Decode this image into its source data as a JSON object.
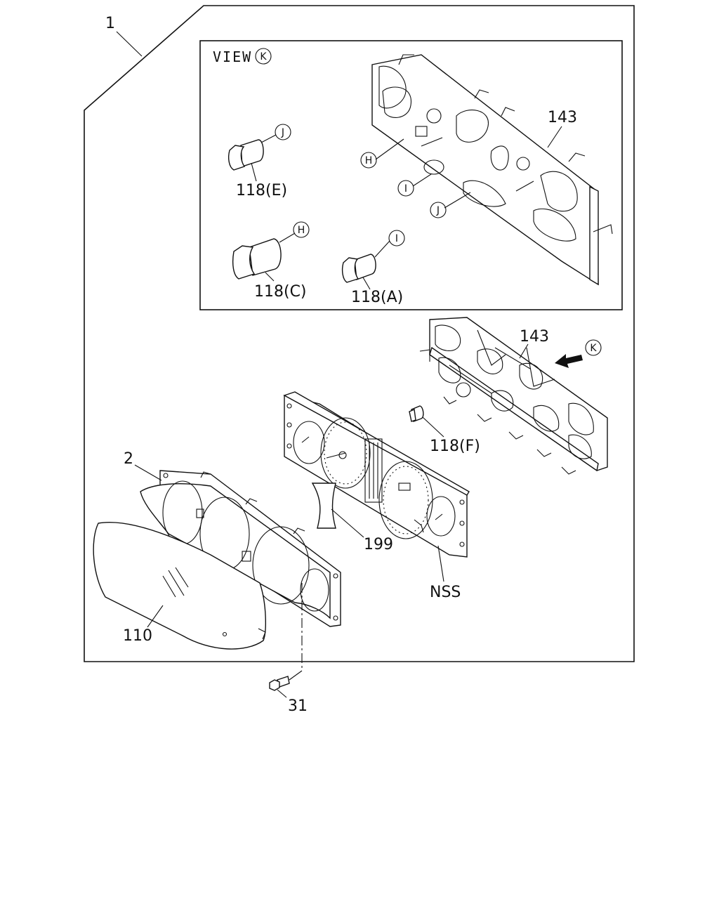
{
  "labels": {
    "assembly": "1",
    "view_prefix": "VIEW",
    "view_letter": "K",
    "board_view": "143",
    "bulb_e": "118(E)",
    "bulb_c": "118(C)",
    "bulb_a": "118(A)",
    "callout_j_bulb": "J",
    "callout_h_bulb": "H",
    "callout_i_bulb": "I",
    "callout_h_board": "H",
    "callout_i_board": "I",
    "callout_j_board": "J",
    "board_main": "143",
    "arrow_k": "K",
    "bulb_f": "118(F)",
    "case": "2",
    "film": "199",
    "nss": "NSS",
    "lens": "110",
    "screw": "31"
  }
}
